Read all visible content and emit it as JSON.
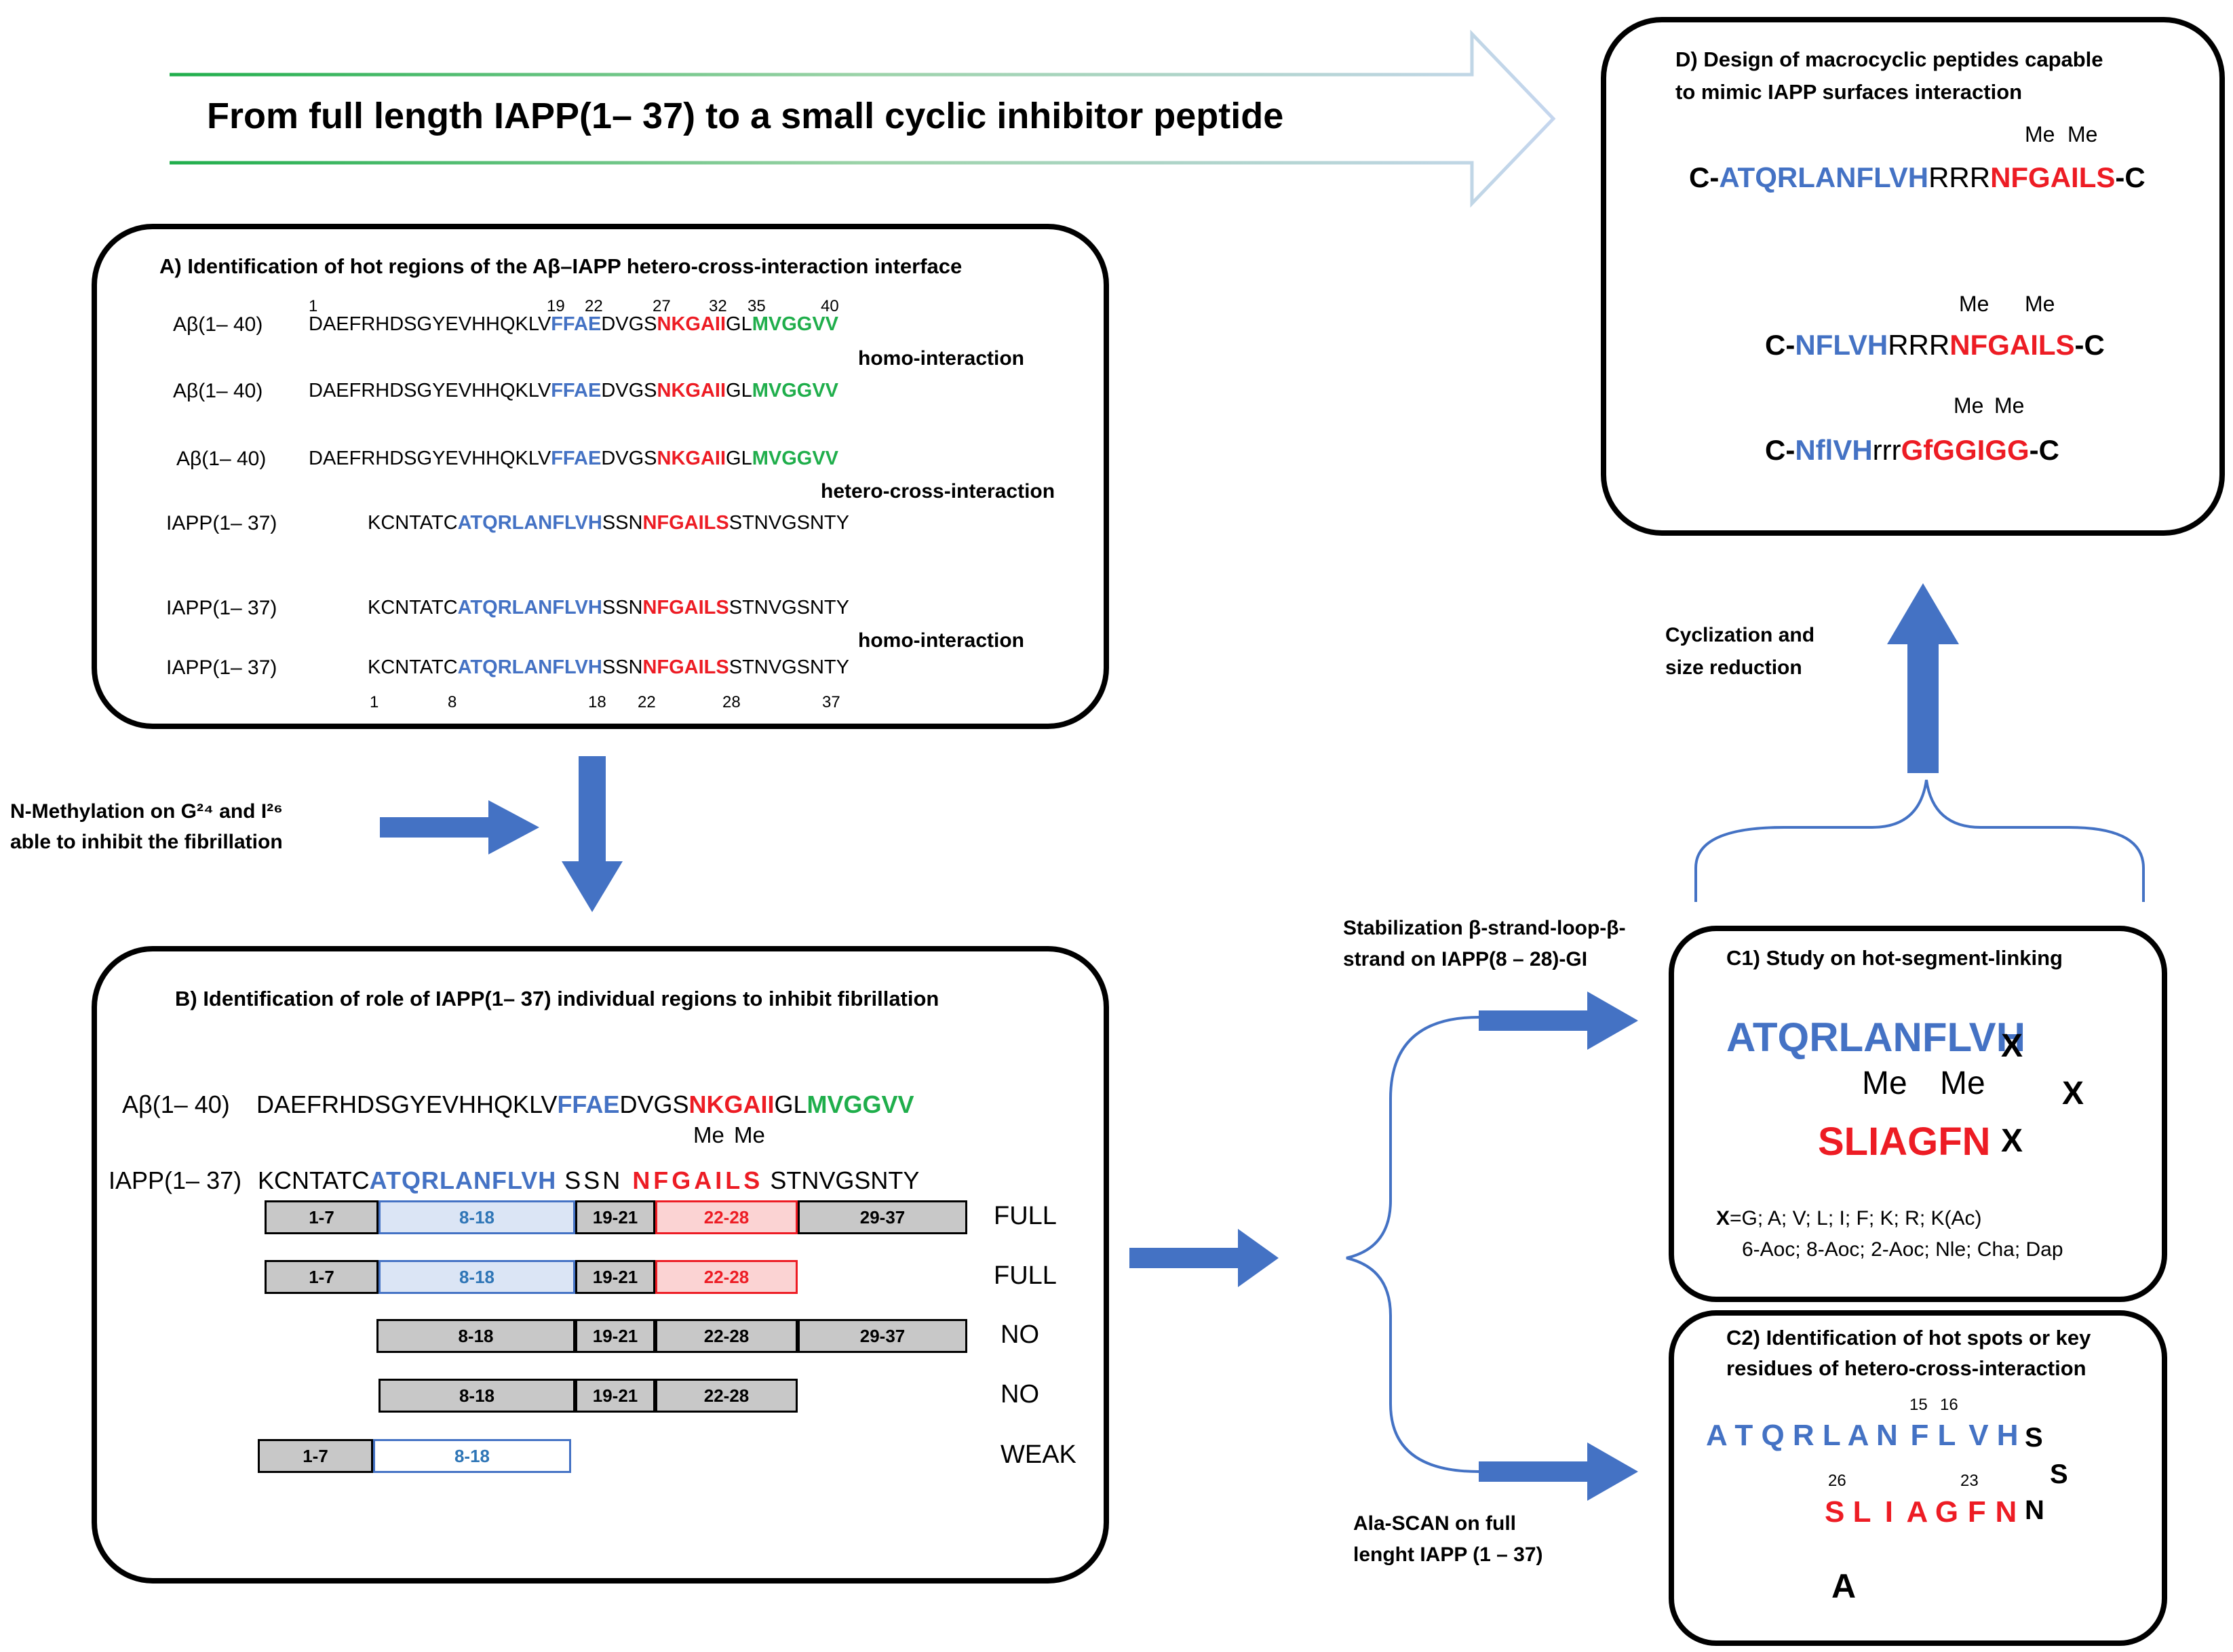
{
  "banner": {
    "title": "From full length IAPP(1– 37) to a small cyclic inhibitor peptide"
  },
  "panelA": {
    "title": "A) Identification of hot regions of the Aβ–IAPP hetero-cross-interaction interface",
    "ab_label": "Aβ(1– 40)",
    "iapp_label": "IAPP(1– 37)",
    "ab_seq": {
      "p1": "DAEFRHDSGYEVHHQKLV",
      "p2": "FFAE",
      "p3": "DVGS",
      "p4": "NKGAII",
      "p5": "GL",
      "p6": "MVGGVV"
    },
    "iapp_seq": {
      "p1": "KCNTATC",
      "p2": "ATQRLANFLVH",
      "p3": "SSN",
      "p4": "NFGAILS",
      "p5": "STNVGSNTY"
    },
    "ab_numbers": [
      "1",
      "19",
      "22",
      "27",
      "32",
      "35",
      "40"
    ],
    "iapp_numbers": [
      "1",
      "8",
      "18",
      "22",
      "28",
      "37"
    ],
    "homo_label": "homo-interaction",
    "hetero_label": "hetero-cross-interaction"
  },
  "nmeth": {
    "line1": "N-Methylation on G²⁴ and I²⁶",
    "line2": "able to inhibit the  fibrillation"
  },
  "panelB": {
    "title": "B) Identification of role of IAPP(1– 37) individual regions to inhibit fibrillation",
    "ab_label": "Aβ(1– 40)",
    "iapp_label": "IAPP(1– 37)",
    "ab_seq": {
      "p1": "DAEFRHDSGYEVHHQKLV",
      "p2": "FFAE",
      "p3": "DVGS",
      "p4": "NKGAII",
      "p5": "GL",
      "p6": "MVGGVV"
    },
    "iapp_seq": {
      "p1": "KCNTATC",
      "p2": "ATQRLANFLVH",
      "p3": "SSN",
      "p4": "NFGAILS",
      "p5": "STNVGSNTY"
    },
    "me": "Me",
    "rows": [
      {
        "segs": [
          "1-7",
          "8-18",
          "19-21",
          "22-28",
          "29-37"
        ],
        "result": "FULL"
      },
      {
        "segs": [
          "1-7",
          "8-18",
          "19-21",
          "22-28"
        ],
        "result": "FULL"
      },
      {
        "segs": [
          "8-18",
          "19-21",
          "22-28",
          "29-37"
        ],
        "result": "NO"
      },
      {
        "segs": [
          "8-18",
          "19-21",
          "22-28"
        ],
        "result": "NO"
      },
      {
        "segs": [
          "1-7",
          "8-18"
        ],
        "result": "WEAK"
      }
    ]
  },
  "stab": {
    "line1": "Stabilization β-strand-loop-β-",
    "line2": "strand on IAPP(8 – 28)-GI"
  },
  "ala": {
    "line1": "Ala-SCAN on full",
    "line2": "lenght IAPP (1 – 37)"
  },
  "cyc": {
    "line1": "Cyclization and",
    "line2": "size reduction"
  },
  "panelC1": {
    "title": "C1) Study on hot-segment-linking",
    "strand1": "ATQRLANFLVH",
    "strand2": "SLIAGFN",
    "me": "Me",
    "x": "X",
    "x_list_line1": "=G; A; V; L; I; F; K; R; K(Ac)",
    "x_list_line2": "6-Aoc; 8-Aoc; 2-Aoc; Nle; Cha; Dap"
  },
  "panelC2": {
    "title_line1": "C2) Identification of hot spots or key",
    "title_line2": "residues of hetero-cross-interaction",
    "top_pre": "A T Q R L A N ",
    "top_f": "F",
    "top_l": "L",
    "top_post": " V H",
    "bot_pre": "S L ",
    "bot_i": "I",
    "bot_mid": " A G ",
    "bot_f": "F",
    "bot_n": " N",
    "loop": [
      "S",
      "S",
      "N"
    ],
    "num15": "15",
    "num16": "16",
    "num26": "26",
    "num23": "23",
    "ala": "A"
  },
  "panelD": {
    "title_line1": "D) Design of macrocyclic peptides capable",
    "title_line2": "to mimic IAPP surfaces interaction",
    "me": "Me",
    "pep1": {
      "c1": "C-",
      "blue": "ATQRLANFLVH",
      "link": "RRR",
      "red": "NFGAILS",
      "c2": "-C"
    },
    "pep2": {
      "c1": "C-",
      "blue": "NFLVH",
      "link": "RRR",
      "red": "NFGAILS",
      "c2": "-C"
    },
    "pep3": {
      "c1": "C-",
      "blue": "NflVH",
      "link": "rrr",
      "red": "GfGGIGG",
      "c2": "-C"
    }
  },
  "colors": {
    "blue": "#4472C4",
    "red": "#ED1C24",
    "green": "#1FAE4B",
    "arrow": "#4472C4"
  }
}
